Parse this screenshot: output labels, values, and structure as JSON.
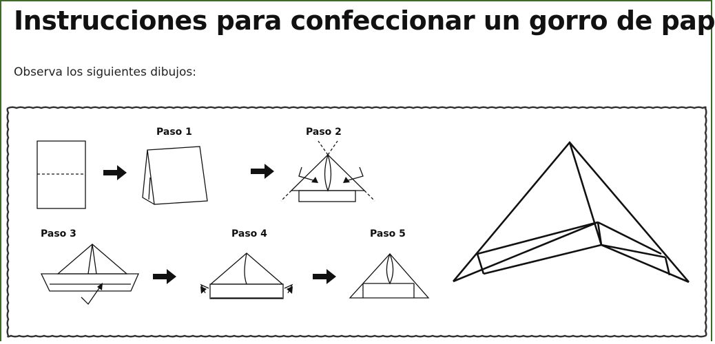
{
  "header": {
    "title": "Instrucciones para confeccionar un gorro de papel"
  },
  "intro": {
    "text": "Observa los siguientes dibujos:"
  },
  "steps": [
    {
      "label": "Paso 1"
    },
    {
      "label": "Paso 2"
    },
    {
      "label": "Paso 3"
    },
    {
      "label": "Paso 4"
    },
    {
      "label": "Paso 5"
    }
  ],
  "colors": {
    "border": "#3d6b2a",
    "ink": "#111111",
    "frame": "#333333"
  }
}
